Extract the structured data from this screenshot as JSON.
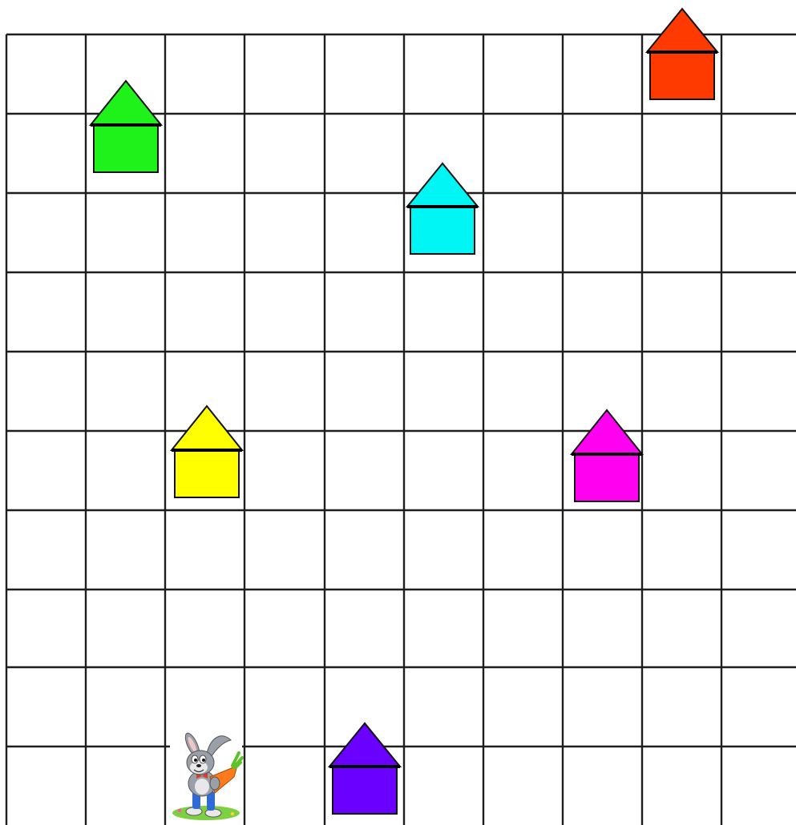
{
  "grid": {
    "rows": 10,
    "cols": 10,
    "line_color": "#1e1e1e",
    "background": "#ffffff"
  },
  "houses": [
    {
      "id": "red-house",
      "color": "#ff3a00",
      "col": 8,
      "row": 0
    },
    {
      "id": "green-house",
      "color": "#1ff21a",
      "col": 1,
      "row": 1
    },
    {
      "id": "cyan-house",
      "color": "#00f5f5",
      "col": 5,
      "row": 2
    },
    {
      "id": "yellow-house",
      "color": "#ffff00",
      "col": 2,
      "row": 5
    },
    {
      "id": "magenta-house",
      "color": "#ff00f0",
      "col": 7,
      "row": 5
    },
    {
      "id": "purple-house",
      "color": "#6a00ff",
      "col": 4,
      "row": 9
    }
  ],
  "rabbit": {
    "id": "rabbit-with-carrot",
    "col": 2,
    "row": 9,
    "colors": {
      "fur": "#9aa0a8",
      "fur_light": "#e8e8ea",
      "carrot": "#ff7a1a",
      "leaves": "#5ec22a",
      "grass": "#7ed043",
      "shirt": "#e03a2a",
      "pants": "#2f6bd6"
    }
  }
}
